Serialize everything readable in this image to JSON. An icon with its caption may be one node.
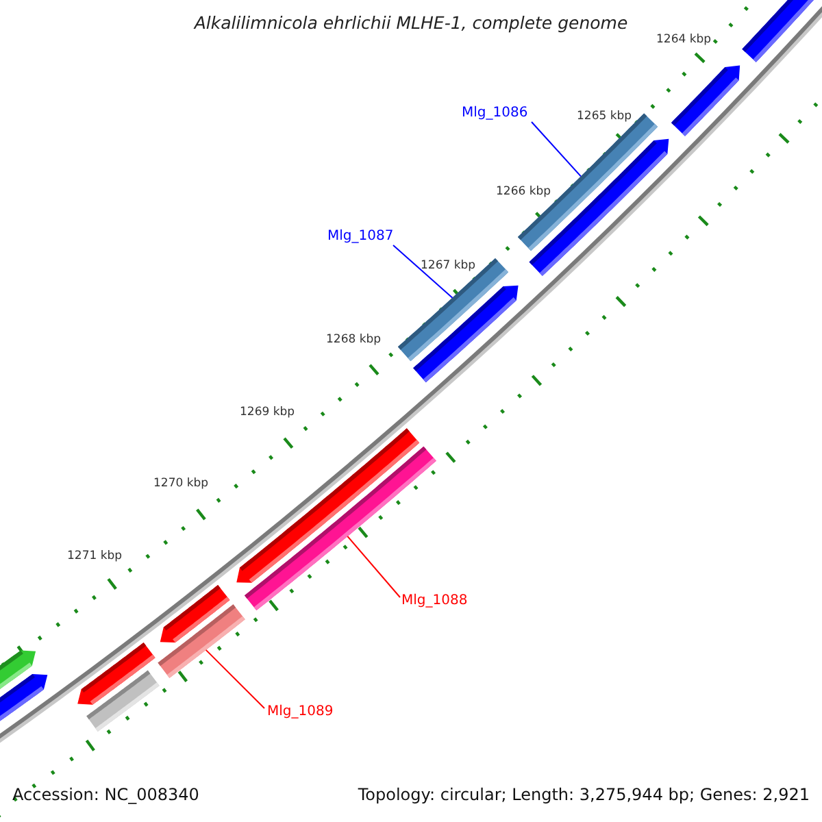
{
  "diagram": {
    "title": "Alkalilimnicola ehrlichii MLHE-1, complete genome",
    "nodes": [
      {
        "text": [
          "Mlg_1086"
        ]
      },
      {
        "text": [],
        "shape": "bar"
      },
      {
        "text": [
          "Mlg_1087"
        ]
      },
      {
        "text": [],
        "shape": "bar"
      },
      {
        "text": [
          "Mlg_1088"
        ]
      },
      {
        "text": [],
        "shape": "bar"
      },
      {
        "text": [
          "Mlg_1089"
        ]
      },
      {
        "text": [],
        "shape": "bar"
      }
    ],
    "edges": [
      {
        "from": 0,
        "to": 1,
        "arrow": "none",
        "color": "#0000ff"
      },
      {
        "from": 2,
        "to": 3,
        "arrow": "none",
        "color": "#0000ff"
      },
      {
        "from": 4,
        "to": 5,
        "arrow": "none",
        "color": "#ff0000"
      },
      {
        "from": 6,
        "to": 7,
        "arrow": "none",
        "color": "#ff0000"
      }
    ],
    "labels": [
      "1264 kbp",
      "1265 kbp",
      "1266 kbp",
      "1267 kbp",
      "1268 kbp",
      "1269 kbp",
      "1270 kbp",
      "1271 kbp",
      "Accession: NC_008340",
      "Topology: circular; Length: 3,275,944 bp; Genes: 2,921"
    ]
  }
}
